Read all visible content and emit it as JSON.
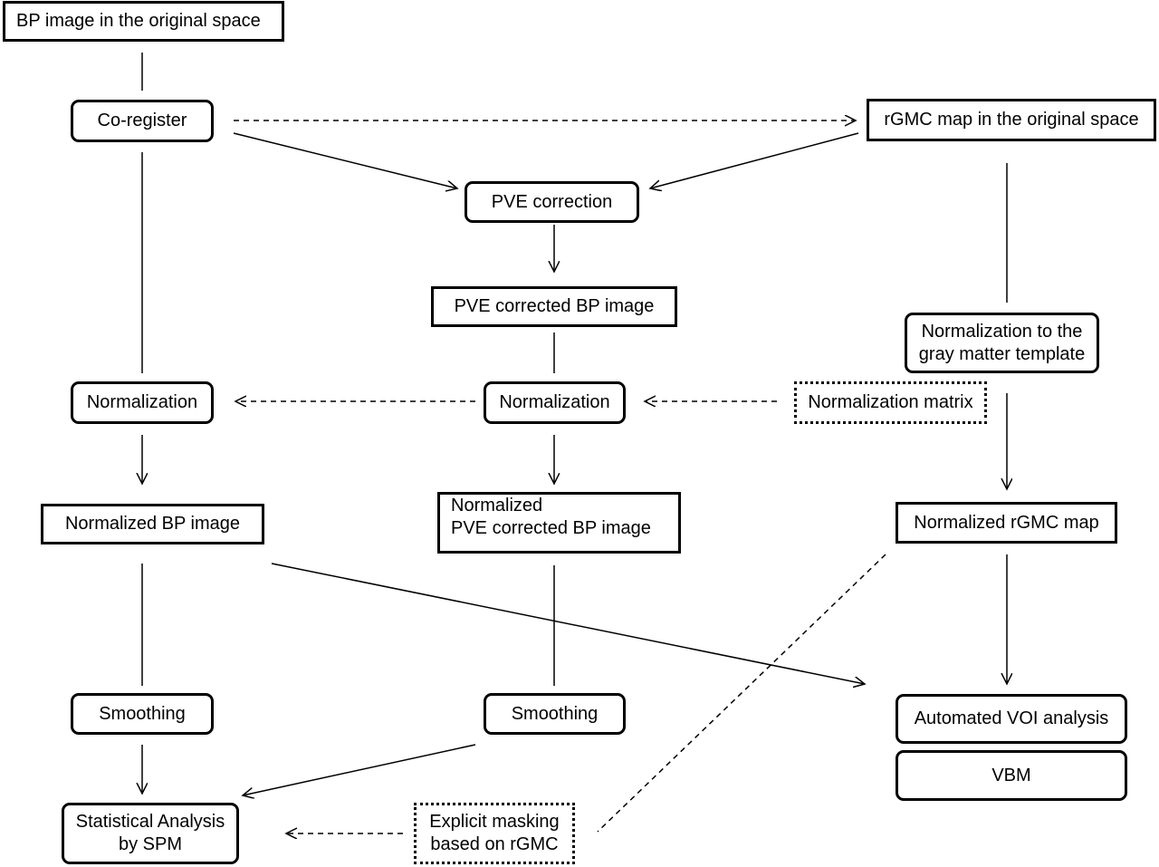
{
  "nodes": {
    "bp_original": "BP image in the original space",
    "coregister": "Co-register",
    "rgmc_original": "rGMC map in the original space",
    "pve_correction": "PVE correction",
    "pve_corrected_bp": "PVE corrected BP image",
    "normalization_gray_line1": "Normalization to the",
    "normalization_gray_line2": "gray matter template",
    "normalization_left": "Normalization",
    "normalization_center": "Normalization",
    "normalization_matrix": "Normalization matrix",
    "normalized_bp": "Normalized BP image",
    "normalized_pve_line1": "Normalized",
    "normalized_pve_line2": "PVE corrected BP image",
    "normalized_rgmc": "Normalized rGMC map",
    "smoothing_left": "Smoothing",
    "smoothing_center": "Smoothing",
    "automated_voi": "Automated VOI analysis",
    "vbm": "VBM",
    "statistical_line1": "Statistical Analysis",
    "statistical_line2": "by SPM",
    "explicit_line1": "Explicit masking",
    "explicit_line2": "based on rGMC"
  }
}
